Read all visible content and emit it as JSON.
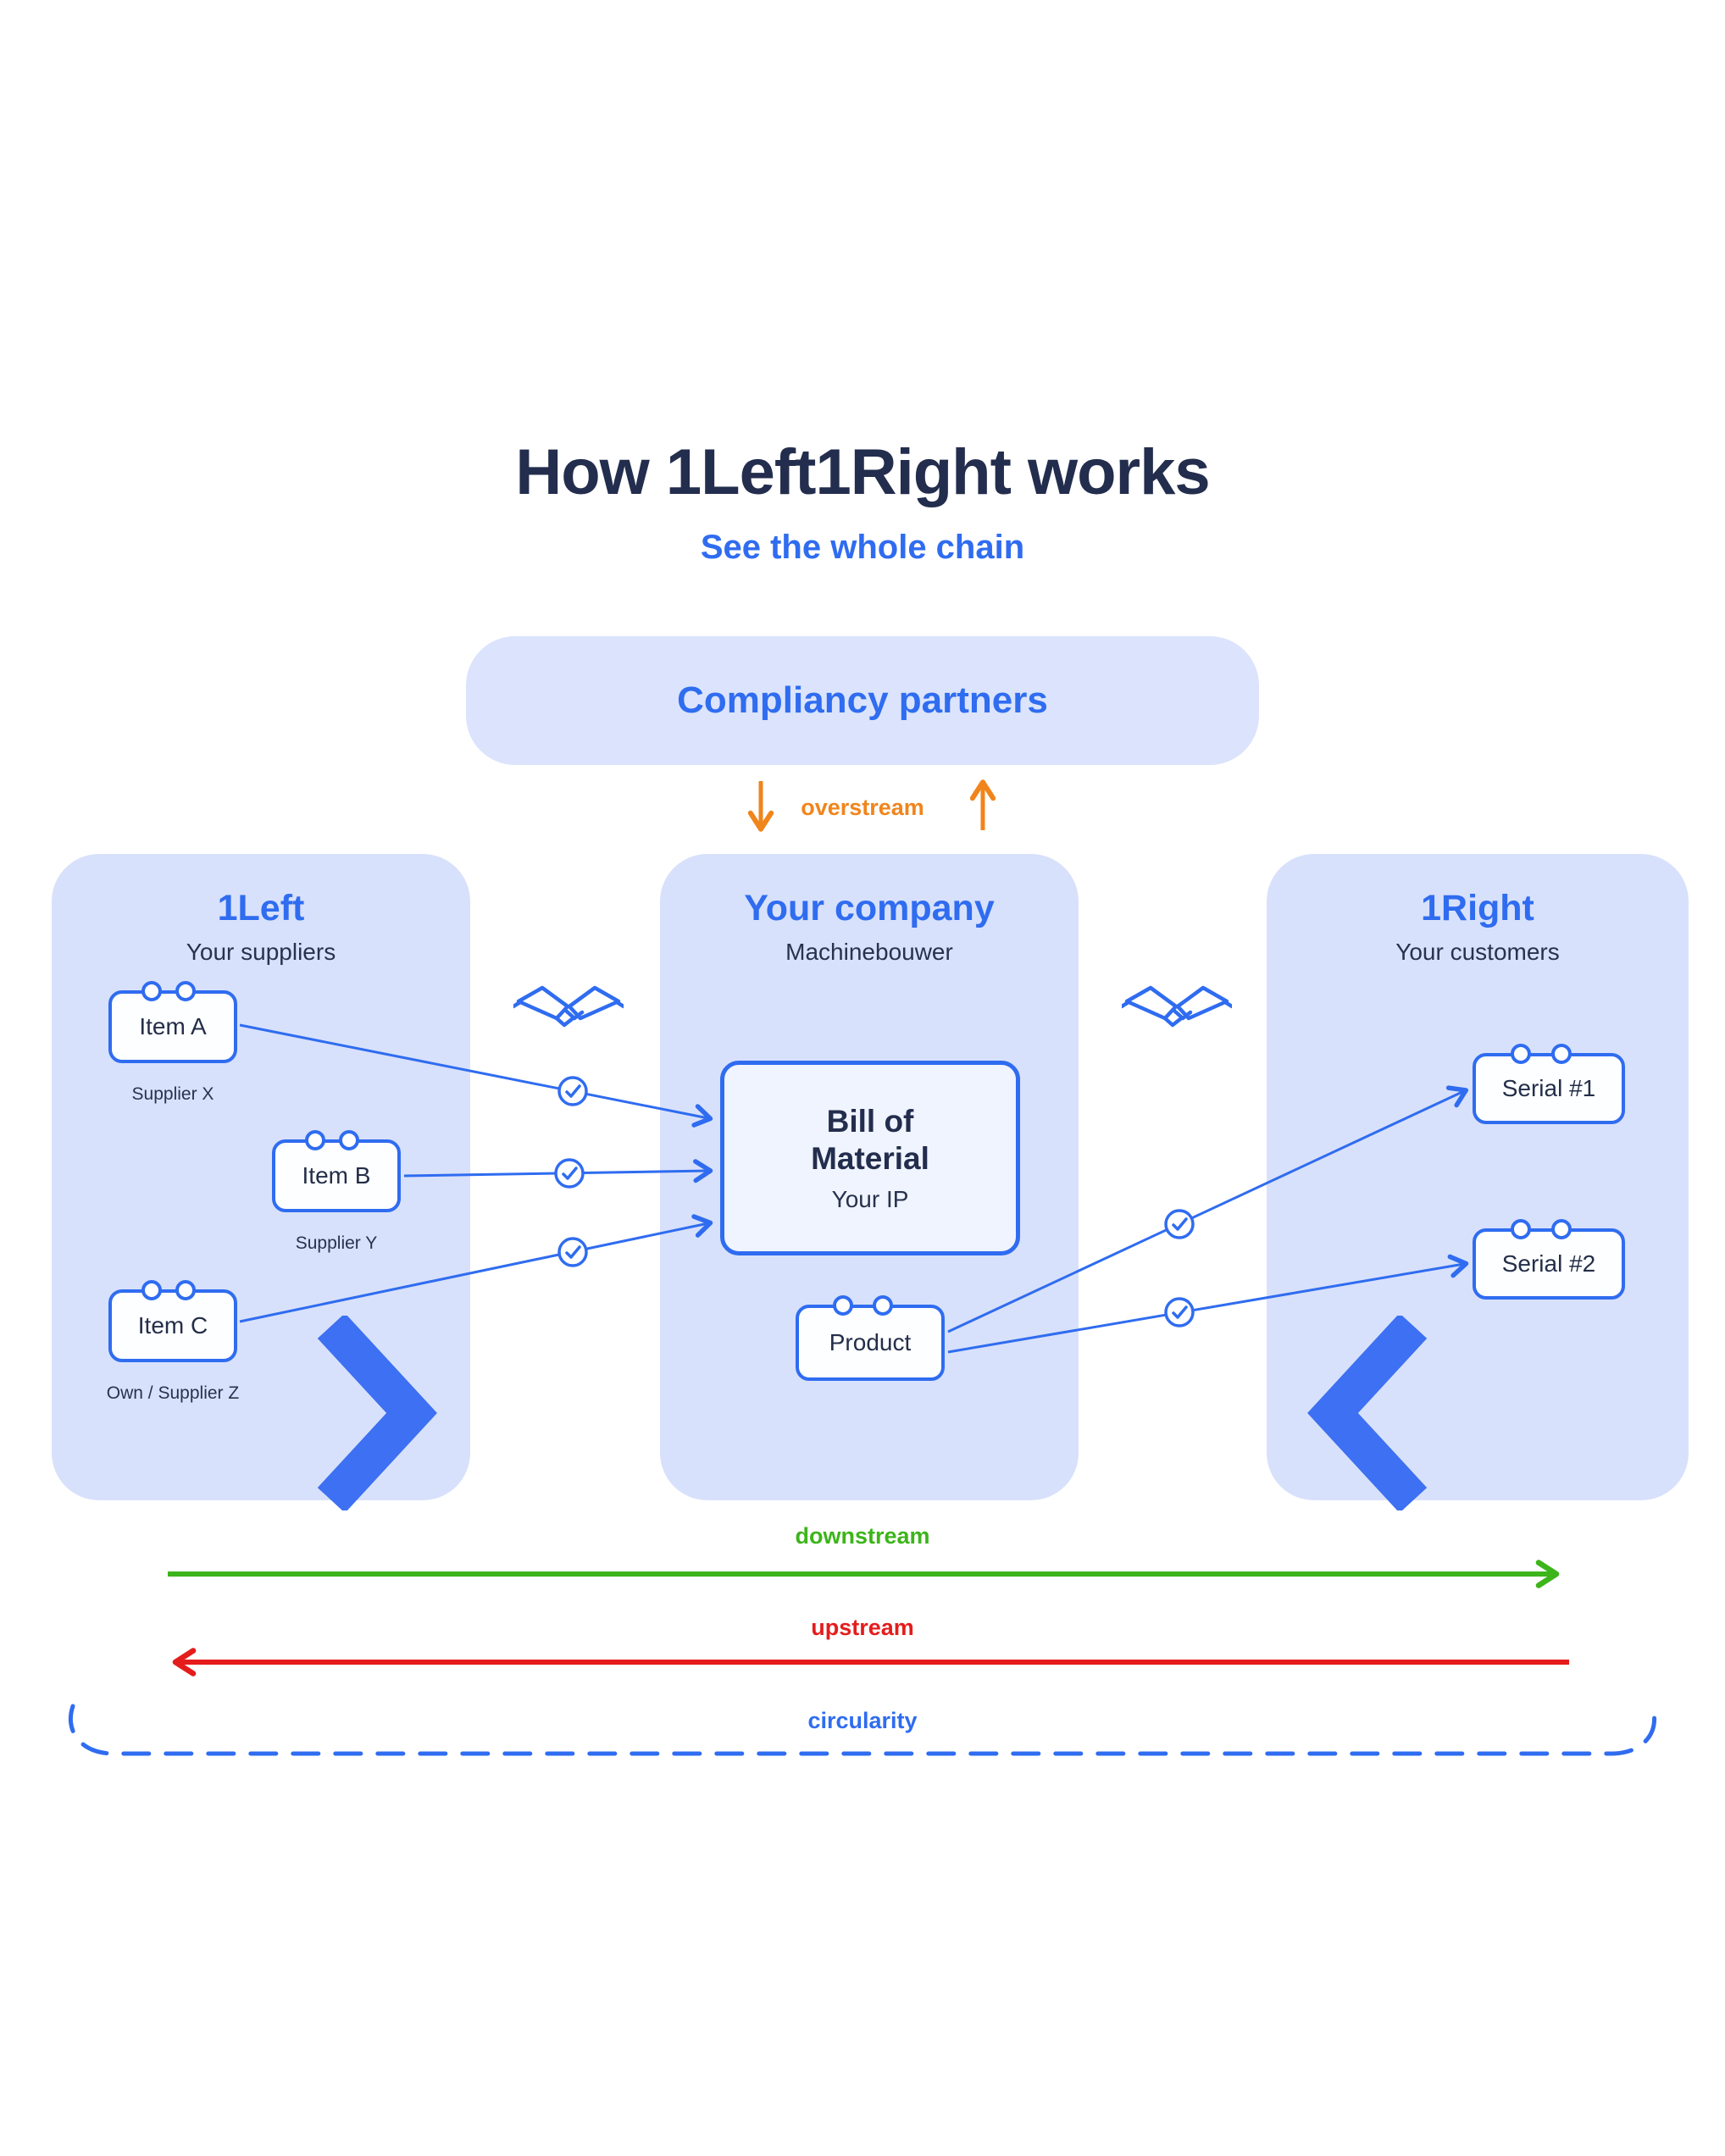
{
  "title": "How 1Left1Right works",
  "subtitle": "See the whole chain",
  "compliancy": {
    "label": "Compliancy partners"
  },
  "overstream_label": "overstream",
  "panels": {
    "left": {
      "title": "1Left",
      "subtitle": "Your suppliers",
      "items": [
        {
          "label": "Item A",
          "caption": "Supplier X"
        },
        {
          "label": "Item B",
          "caption": "Supplier Y"
        },
        {
          "label": "Item C",
          "caption": "Own / Supplier Z"
        }
      ]
    },
    "center": {
      "title": "Your company",
      "subtitle": "Machinebouwer",
      "bom": {
        "title": "Bill of Material",
        "caption": "Your IP"
      },
      "product_label": "Product"
    },
    "right": {
      "title": "1Right",
      "subtitle": "Your customers",
      "items": [
        {
          "label": "Serial #1"
        },
        {
          "label": "Serial #2"
        }
      ]
    }
  },
  "flow_labels": {
    "downstream": "downstream",
    "upstream": "upstream",
    "circularity": "circularity"
  },
  "colors": {
    "accent_blue": "#2f6cf0",
    "panel_background": "#d8e1fb",
    "card_background": "#fdfeff",
    "navy_text": "#232d4d",
    "orange": "#f0851c",
    "green": "#3cb51a",
    "red": "#e51c1c"
  }
}
